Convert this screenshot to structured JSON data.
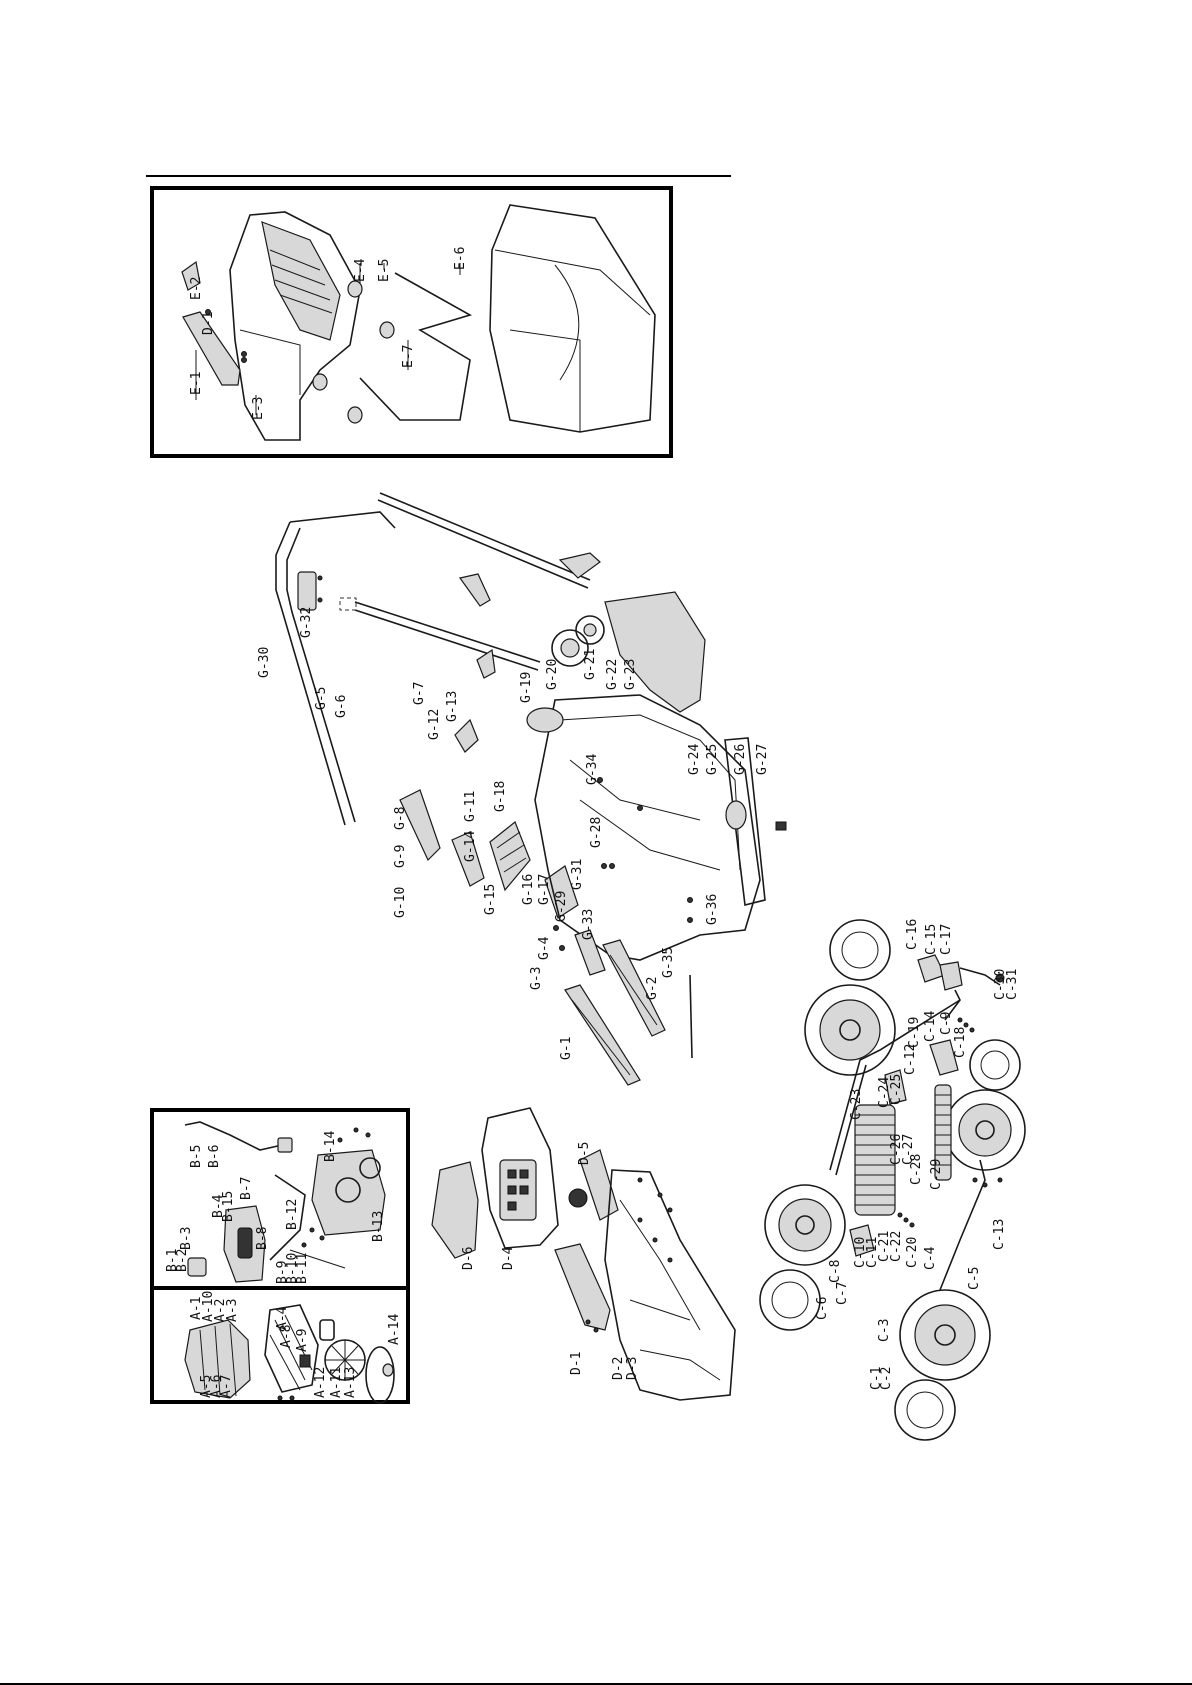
{
  "groups": {
    "E": [
      "E-1",
      "E-2",
      "E-3",
      "E-4",
      "E-5",
      "E-6",
      "E-7",
      "D-1"
    ],
    "G": [
      "G-1",
      "G-2",
      "G-3",
      "G-4",
      "G-5",
      "G-6",
      "G-7",
      "G-8",
      "G-9",
      "G-10",
      "G-11",
      "G-12",
      "G-13",
      "G-14",
      "G-15",
      "G-16",
      "G-17",
      "G-18",
      "G-19",
      "G-20",
      "G-21",
      "G-22",
      "G-23",
      "G-24",
      "G-25",
      "G-26",
      "G-27",
      "G-28",
      "G-29",
      "G-30",
      "G-31",
      "G-32",
      "G-33",
      "G-34",
      "G-35",
      "G-36"
    ],
    "B": [
      "B-1",
      "B-2",
      "B-3",
      "B-4",
      "B-5",
      "B-6",
      "B-7",
      "B-8",
      "B-9",
      "B-10",
      "B-11",
      "B-12",
      "B-13",
      "B-14",
      "B-15"
    ],
    "A": [
      "A-1",
      "A-2",
      "A-3",
      "A-4",
      "A-5",
      "A-6",
      "A-7",
      "A-8",
      "A-9",
      "A-10",
      "A-11",
      "A-12",
      "A-13",
      "A-14"
    ],
    "D": [
      "D-1",
      "D-2",
      "D-3",
      "D-4",
      "D-5",
      "D-6"
    ],
    "C": [
      "C-1",
      "C-2",
      "C-3",
      "C-4",
      "C-5",
      "C-6",
      "C-7",
      "C-8",
      "C-9",
      "C-10",
      "C-11",
      "C-12",
      "C-13",
      "C-14",
      "C-15",
      "C-16",
      "C-17",
      "C-18",
      "C-19",
      "C-20",
      "C-21",
      "C-22",
      "C-23",
      "C-24",
      "C-25",
      "C-26",
      "C-27",
      "C-28",
      "C-29",
      "C-30",
      "C-31"
    ]
  },
  "labels": {
    "e1": "E-1",
    "e2": "E-2",
    "e3": "E-3",
    "e4": "E-4",
    "e5": "E-5",
    "e6": "E-6",
    "e7": "E-7",
    "d1e": "D-1",
    "g1": "G-1",
    "g2": "G-2",
    "g3": "G-3",
    "g4": "G-4",
    "g5": "G-5",
    "g6": "G-6",
    "g7": "G-7",
    "g8": "G-8",
    "g9": "G-9",
    "g10": "G-10",
    "g11": "G-11",
    "g12": "G-12",
    "g13": "G-13",
    "g14": "G-14",
    "g15": "G-15",
    "g16": "G-16",
    "g17": "G-17",
    "g18": "G-18",
    "g19": "G-19",
    "g20": "G-20",
    "g21": "G-21",
    "g22": "G-22",
    "g23": "G-23",
    "g24": "G-24",
    "g25": "G-25",
    "g26": "G-26",
    "g27": "G-27",
    "g28": "G-28",
    "g29": "G-29",
    "g30": "G-30",
    "g31": "G-31",
    "g32": "G-32",
    "g33": "G-33",
    "g34": "G-34",
    "g35": "G-35",
    "g36": "G-36",
    "b1": "B-1",
    "b2": "B-2",
    "b3": "B-3",
    "b4": "B-4",
    "b5": "B-5",
    "b6": "B-6",
    "b7": "B-7",
    "b8": "B-8",
    "b9": "B-9",
    "b10": "B-10",
    "b11": "B-11",
    "b12": "B-12",
    "b13": "B-13",
    "b14": "B-14",
    "b15": "B-15",
    "a1": "A-1",
    "a2": "A-2",
    "a3": "A-3",
    "a4": "A-4",
    "a5": "A-5",
    "a6": "A-6",
    "a7": "A-7",
    "a8": "A-8",
    "a9": "A-9",
    "a10": "A-10",
    "a11": "A-11",
    "a12": "A-12",
    "a13": "A-13",
    "a14": "A-14",
    "d1": "D-1",
    "d2": "D-2",
    "d3": "D-3",
    "d4": "D-4",
    "d5": "D-5",
    "d6": "D-6",
    "c1": "C-1",
    "c2": "C-2",
    "c3": "C-3",
    "c4": "C-4",
    "c5": "C-5",
    "c6": "C-6",
    "c7": "C-7",
    "c8": "C-8",
    "c9": "C-9",
    "c10": "C-10",
    "c11": "C-11",
    "c12": "C-12",
    "c13": "C-13",
    "c14": "C-14",
    "c15": "C-15",
    "c16": "C-16",
    "c17": "C-17",
    "c18": "C-18",
    "c19": "C-19",
    "c20": "C-20",
    "c21": "C-21",
    "c22": "C-22",
    "c23": "C-23",
    "c24": "C-24",
    "c25": "C-25",
    "c26": "C-26",
    "c27": "C-27",
    "c28": "C-28",
    "c29": "C-29",
    "c30": "C-30",
    "c31": "C-31"
  }
}
